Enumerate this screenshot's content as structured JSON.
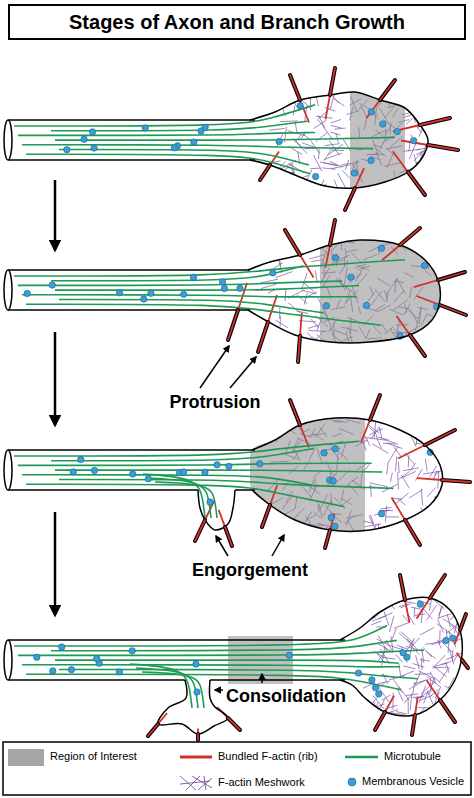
{
  "diagram": {
    "title": "Stages of Axon and Branch Growth",
    "labels": [
      "Protrusion",
      "Engorgement",
      "Consolidation"
    ],
    "legend": [
      {
        "text": "Region of Interest",
        "color": "#a6a6a6"
      },
      {
        "text": "Bundled F-actin (rib)"
      },
      {
        "text": "F-actin Meshwork"
      },
      {
        "text": "Microtubule"
      },
      {
        "text": "Membranous Vesicle"
      }
    ]
  }
}
